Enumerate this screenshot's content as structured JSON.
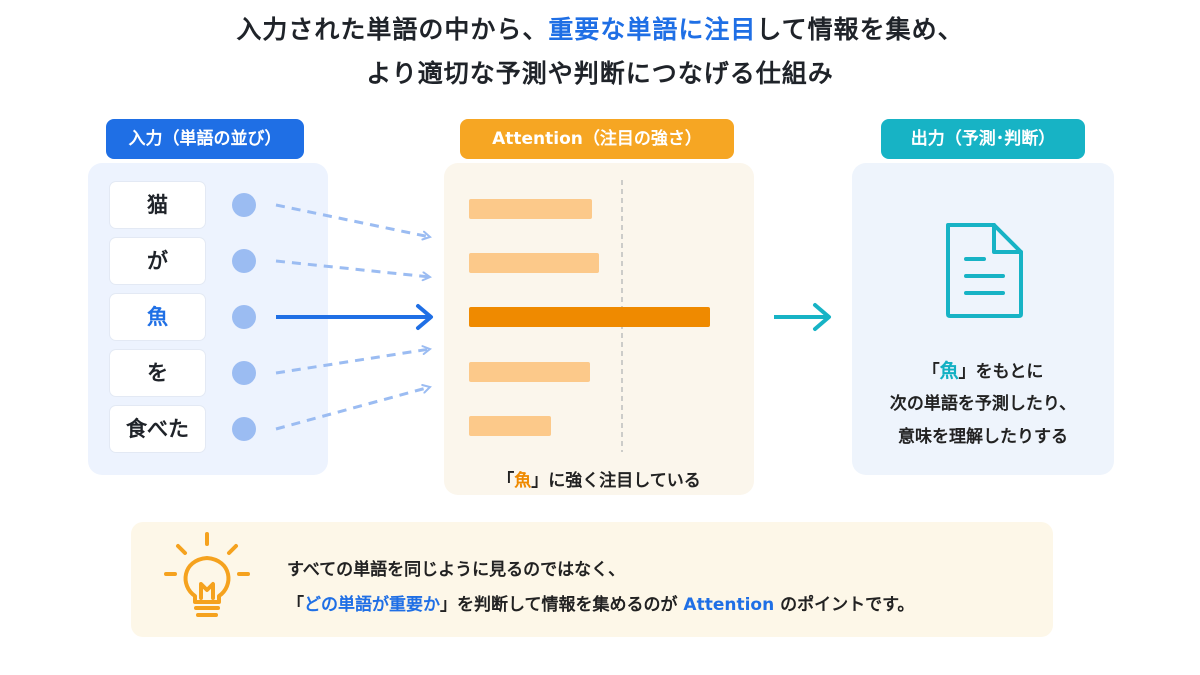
{
  "heading": {
    "line1_pre": "入力された単語の中から、",
    "line1_hl": "重要な単語に注目",
    "line1_post": "して情報を集め、",
    "line2": "より適切な予測や判断につなげる仕組み"
  },
  "input": {
    "tag": "入力（単語の並び）",
    "words": [
      "猫",
      "が",
      "魚",
      "を",
      "食べた"
    ],
    "key_index": 2
  },
  "attention": {
    "tag": "Attention（注目の強さ）",
    "weights": [
      0.51,
      0.54,
      1.0,
      0.5,
      0.34
    ],
    "caption_pre": "「",
    "caption_hl": "魚",
    "caption_post": "」に強く注目している"
  },
  "output": {
    "tag": "出力（予測･判断）",
    "line1_pre": "「",
    "line1_hl": "魚",
    "line1_post": "」をもとに",
    "line2": "次の単語を予測したり、",
    "line3": "意味を理解したりする"
  },
  "point": {
    "line1": "すべての単語を同じように見るのではなく、",
    "line2_pre": "「",
    "line2_hl": "どの単語が重要か",
    "line2_mid": "」を判断して情報を集めるのが ",
    "line2_hl2": "Attention",
    "line2_post": " のポイントです。"
  },
  "colors": {
    "blue": "#1f6fe5",
    "orange": "#ef8a00",
    "orange_light": "#fcc98a",
    "teal": "#17b3c5",
    "arrow_light": "#9bbcf2"
  },
  "icons": {
    "document": "document-icon",
    "lightbulb": "lightbulb-icon",
    "arrow": "arrow-right-icon"
  }
}
